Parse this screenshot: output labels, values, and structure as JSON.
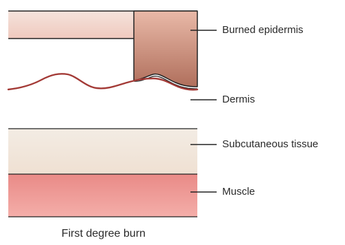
{
  "caption": "First degree burn",
  "labels": {
    "burned_epidermis": "Burned epidermis",
    "dermis": "Dermis",
    "subcutaneous": "Subcutaneous tissue",
    "muscle": "Muscle"
  },
  "colors": {
    "epidermis_top": "#f5e3dc",
    "epidermis_bottom": "#efc9be",
    "burn_top": "#e9b9a8",
    "burn_bottom": "#b06f5c",
    "dermis_line": "#a33a36",
    "subcutaneous_top": "#f3ece4",
    "subcutaneous_bottom": "#efe0d2",
    "muscle_top": "#e98a87",
    "muscle_bottom": "#f4aea9",
    "outline": "#222222"
  }
}
